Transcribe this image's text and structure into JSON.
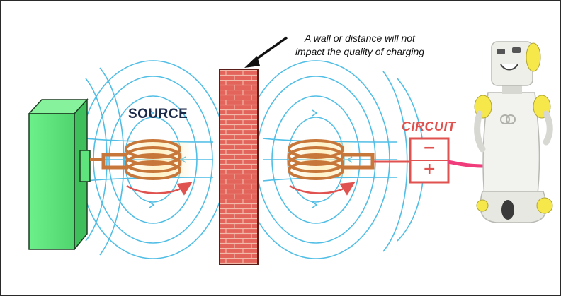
{
  "labels": {
    "callout_line1": "A wall or distance will not",
    "callout_line2": "impact the quality of charging",
    "source": "SOURCE",
    "circuit": "CIRCUIT",
    "minus": "−",
    "plus": "+"
  },
  "colors": {
    "field_lines": "#3fb7e3",
    "wall_brick": "#e2645a",
    "wall_mortar": "#f2b8a8",
    "coil_copper": "#c8773a",
    "circuit_red": "#e0524f",
    "charger_green": "#5fe37c",
    "cable_pink": "#f03c7a",
    "robot_body": "#f2f2ee",
    "robot_accent": "#f6e84a"
  },
  "icons": {
    "charger": "charging-station-icon",
    "robot": "robot-icon",
    "arrow": "pointer-arrow-icon"
  }
}
